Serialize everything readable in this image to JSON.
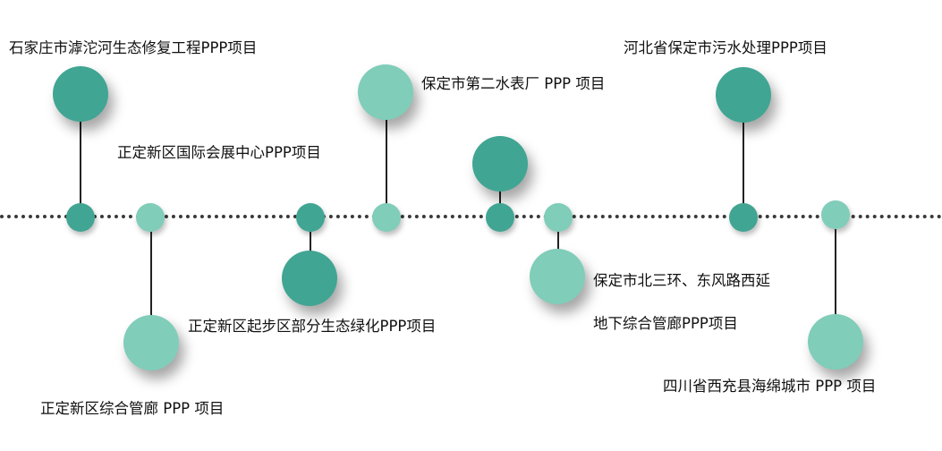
{
  "colors": {
    "dark": "#41a593",
    "light": "#80cdb9",
    "line": "#222222",
    "dots": "#3a3a3a"
  },
  "projects": [
    {
      "label": "石家庄市滹沱河生态修复工程PPP项目",
      "shade": "dark"
    },
    {
      "label": "正定新区综合管廊 PPP 项目",
      "shade": "light"
    },
    {
      "label": "正定新区国际会展中心PPP项目",
      "shade": "dark"
    },
    {
      "label": "正定新区起步区部分生态绿化PPP项目",
      "shade": "dark"
    },
    {
      "label": "保定市第二水表厂 PPP 项目",
      "shade": "light"
    },
    {
      "label": "保定市北三环、东风路西延",
      "label2": "地下综合管廊PPP项目",
      "shade": "light"
    },
    {
      "label": "河北省保定市污水处理PPP项目",
      "shade": "dark"
    },
    {
      "label": "四川省西充县海绵城市 PPP 项目",
      "shade": "light"
    }
  ]
}
